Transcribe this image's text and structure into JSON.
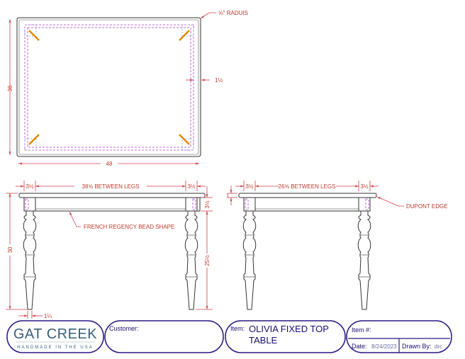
{
  "top_view": {
    "radius_label": "⅝\" RADUIS",
    "edge_dim": "1½",
    "depth_dim": "36",
    "width_dim": "48"
  },
  "front_view": {
    "leg_left_dim": "3½",
    "between_legs": "38⅝ BETWEEN LEGS",
    "leg_right_dim": "3½",
    "apron_dim": "3½",
    "height_dim": "30",
    "leg_height_dim": "25½",
    "leg_foot_dim": "1¼",
    "bead_label": "FRENCH REGENCY BEAD SHAPE"
  },
  "side_view": {
    "top_thickness_dim": "1",
    "leg_left_dim": "3½",
    "between_legs": "26⅝ BETWEEN LEGS",
    "leg_right_dim": "3½",
    "edge_label": "DUPONT EDGE"
  },
  "title_block": {
    "logo_name": "GAT CREEK",
    "logo_tagline": "HANDMADE IN THE USA",
    "customer_label": "Customer:",
    "customer_value": "",
    "item_label": "Item:",
    "item_line1": "OLIVIA FIXED TOP",
    "item_line2": "TABLE",
    "item_no_label": "Item #:",
    "date_label": "Date:",
    "date_value": "8/24/2023",
    "drawn_by_label": "Drawn By:",
    "drawn_by_value": "drc"
  },
  "colors": {
    "dimension": "#d0404a",
    "hidden": "#b040d0",
    "title_border": "#2a1a80",
    "brace": "#e08a00"
  }
}
